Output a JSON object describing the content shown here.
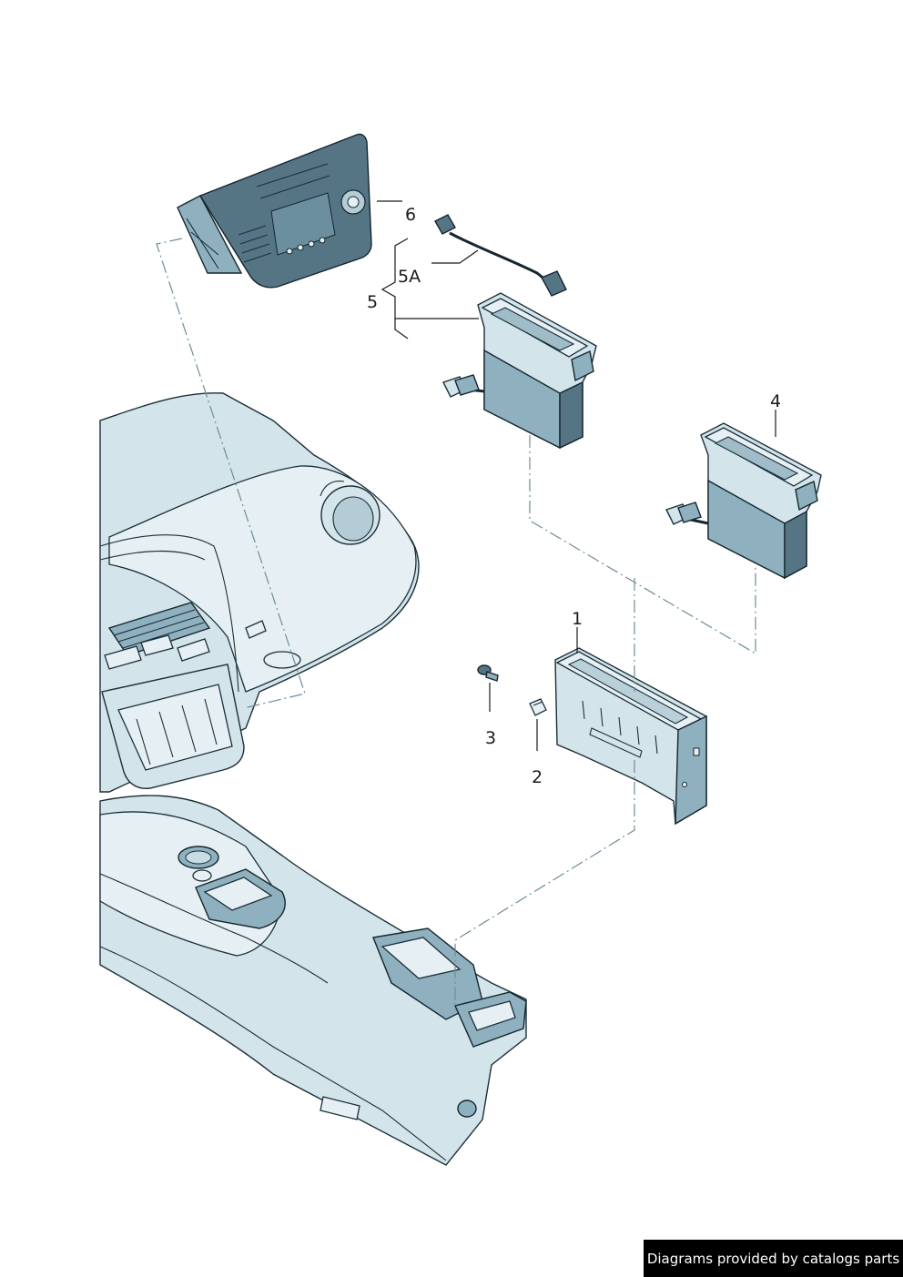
{
  "callouts": {
    "c1": "1",
    "c2": "2",
    "c3": "3",
    "c4": "4",
    "c5": "5",
    "c5a": "5A",
    "c6": "6"
  },
  "footer": {
    "credit": "Diagrams provided by catalogs parts"
  },
  "colors": {
    "part_fill_dark": "#557585",
    "part_fill_mid": "#8fb0be",
    "part_fill_light": "#d3e4eb",
    "outline": "#14262e",
    "credit_background": "#000000",
    "credit_text": "#ffffff"
  }
}
